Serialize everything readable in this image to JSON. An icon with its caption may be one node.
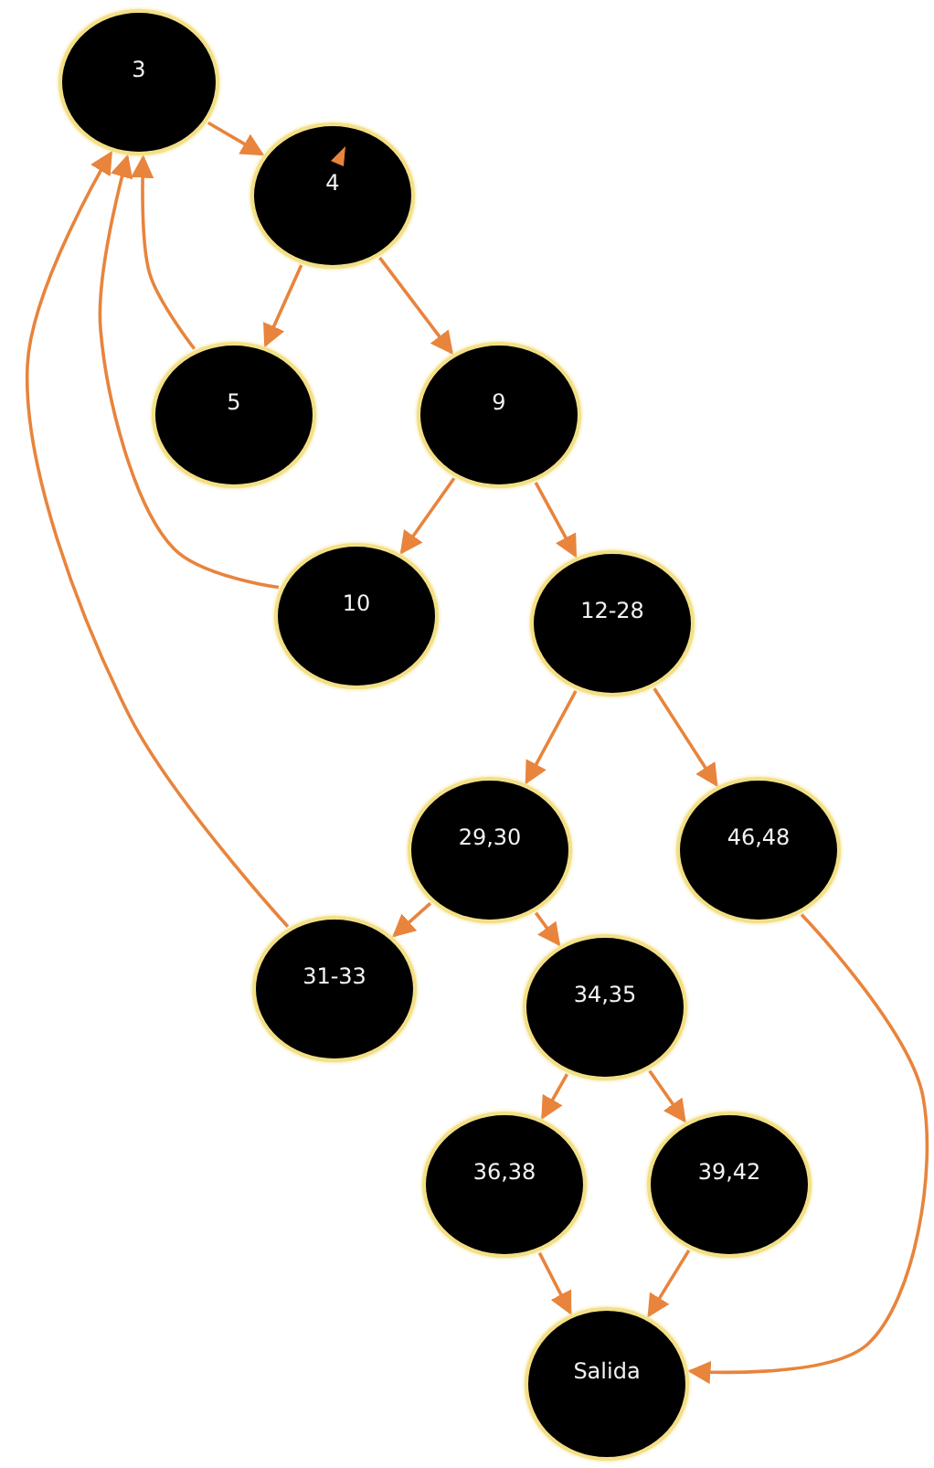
{
  "diagram": {
    "nodes": [
      {
        "text": [
          "3"
        ]
      },
      {
        "text": [
          "4"
        ]
      },
      {
        "text": [
          "5"
        ]
      },
      {
        "text": [
          "9"
        ]
      },
      {
        "text": [
          "10"
        ]
      },
      {
        "text": [
          "12-28"
        ]
      },
      {
        "text": [
          "29,30"
        ]
      },
      {
        "text": [
          "46,48"
        ]
      },
      {
        "text": [
          "31-33"
        ]
      },
      {
        "text": [
          "34,35"
        ]
      },
      {
        "text": [
          "36,38"
        ]
      },
      {
        "text": [
          "39,42"
        ]
      },
      {
        "text": [
          "Salida"
        ]
      }
    ],
    "edges": [
      {
        "from": 0,
        "to": 1,
        "arrow": "to"
      },
      {
        "from": 1,
        "to": 2,
        "arrow": "to"
      },
      {
        "from": 1,
        "to": 3,
        "arrow": "to"
      },
      {
        "from": 2,
        "to": 0,
        "arrow": "to"
      },
      {
        "from": 3,
        "to": 4,
        "arrow": "to"
      },
      {
        "from": 3,
        "to": 5,
        "arrow": "to"
      },
      {
        "from": 4,
        "to": 0,
        "arrow": "to"
      },
      {
        "from": 5,
        "to": 6,
        "arrow": "to"
      },
      {
        "from": 5,
        "to": 7,
        "arrow": "to"
      },
      {
        "from": 6,
        "to": 8,
        "arrow": "to"
      },
      {
        "from": 6,
        "to": 9,
        "arrow": "to"
      },
      {
        "from": 8,
        "to": 0,
        "arrow": "to"
      },
      {
        "from": 9,
        "to": 10,
        "arrow": "to"
      },
      {
        "from": 9,
        "to": 11,
        "arrow": "to"
      },
      {
        "from": 10,
        "to": 12,
        "arrow": "to"
      },
      {
        "from": 11,
        "to": 12,
        "arrow": "to"
      },
      {
        "from": 7,
        "to": 12,
        "arrow": "to"
      }
    ]
  }
}
